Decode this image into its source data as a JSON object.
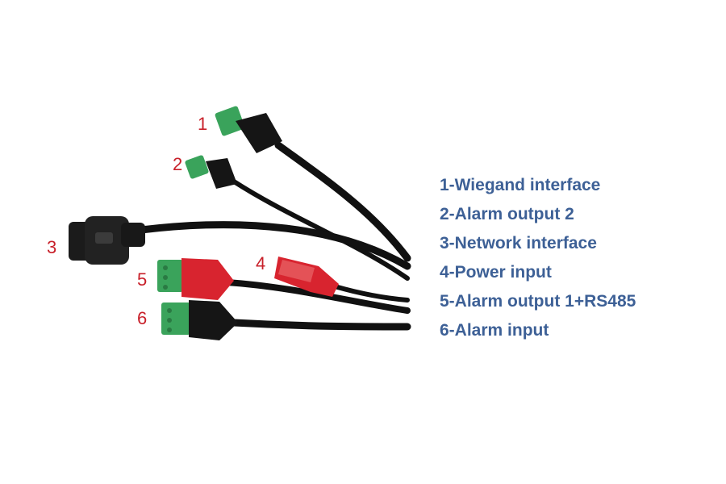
{
  "callouts": [
    "1",
    "2",
    "3",
    "4",
    "5",
    "6"
  ],
  "legend": [
    "1-Wiegand interface",
    "2-Alarm output 2",
    "3-Network interface",
    "4-Power input",
    "5-Alarm output 1+RS485",
    "6-Alarm input"
  ],
  "colors": {
    "cable": "#111111",
    "terminal_green": "#3aa35b",
    "connector_red": "#d8242f",
    "callout_red": "#c8202a",
    "legend_blue": "#3d6096"
  }
}
